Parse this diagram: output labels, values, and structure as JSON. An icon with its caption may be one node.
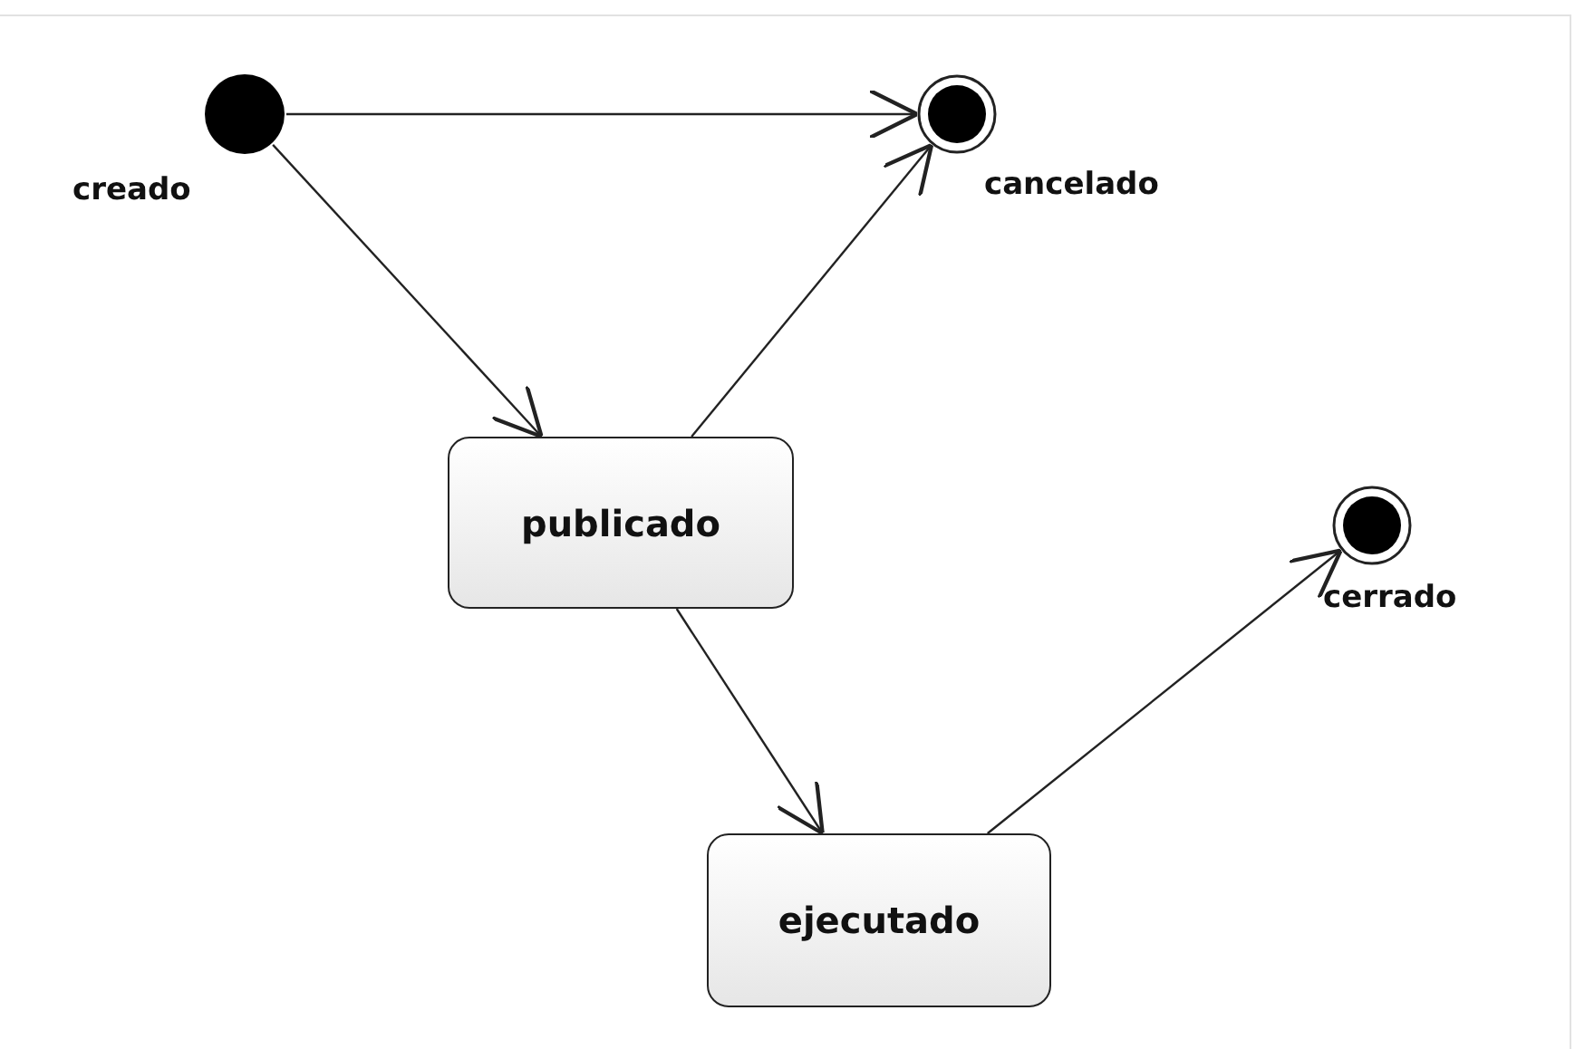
{
  "diagram": {
    "nodes": [
      {
        "text": [],
        "shape": "circle",
        "beside": [
          "creado"
        ]
      },
      {
        "text": [],
        "shape": "circle",
        "beside": [
          "cancelado"
        ]
      },
      {
        "text": [
          "publicado"
        ]
      },
      {
        "text": [
          "ejecutado"
        ]
      },
      {
        "text": [],
        "shape": "circle",
        "beside": [
          "cerrado"
        ]
      }
    ],
    "edges": [
      {
        "from": 0,
        "to": 1,
        "arrow": "to"
      },
      {
        "from": 0,
        "to": 2,
        "arrow": "to"
      },
      {
        "from": 2,
        "to": 1,
        "arrow": "to"
      },
      {
        "from": 2,
        "to": 3,
        "arrow": "to"
      },
      {
        "from": 3,
        "to": 4,
        "arrow": "to"
      }
    ]
  }
}
